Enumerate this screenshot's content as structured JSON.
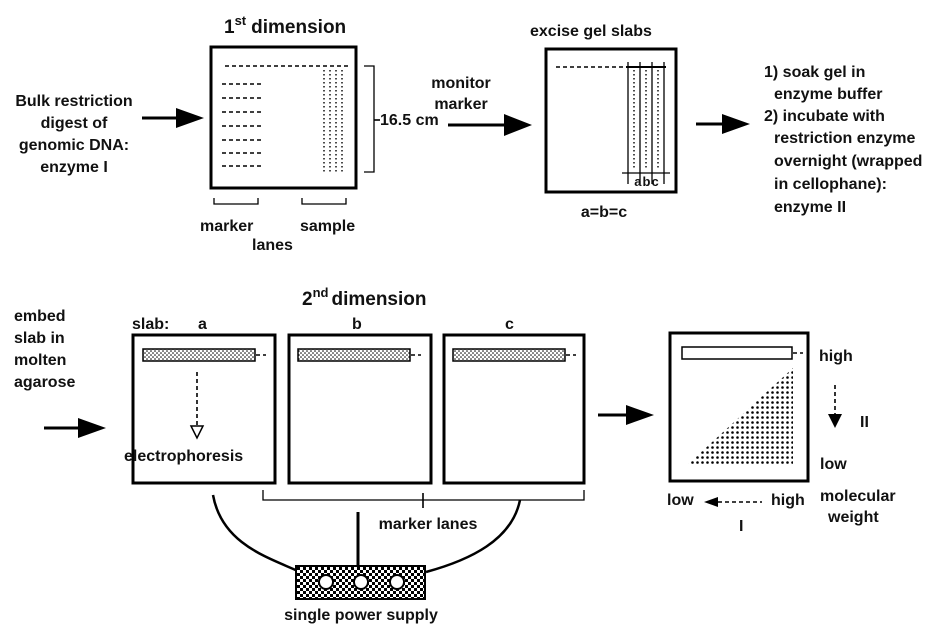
{
  "top": {
    "input_lines": [
      "Bulk restriction",
      "digest of",
      "genomic DNA:",
      "enzyme I"
    ],
    "first_dimension": {
      "ordinal": "1",
      "suffix": "st",
      "word": "dimension"
    },
    "length_label": "16.5 cm",
    "marker_lanes_lines": [
      "marker",
      "lanes"
    ],
    "sample_label": "sample",
    "monitor_lines": [
      "monitor",
      "marker"
    ],
    "excise_label": "excise gel slabs",
    "slab_letters": "abc",
    "equal_label": "a=b=c",
    "steps_lines": [
      "1) soak gel in",
      "enzyme buffer",
      "2) incubate with",
      "restriction enzyme",
      "overnight (wrapped",
      "in cellophane):",
      "enzyme II"
    ]
  },
  "bottom": {
    "second_dimension": {
      "ordinal": "2",
      "suffix": "nd",
      "word": "dimension"
    },
    "embed_lines": [
      "embed",
      "slab in",
      "molten",
      "agarose"
    ],
    "slab_prefix": "slab:",
    "slab_labels": [
      "a",
      "b",
      "c"
    ],
    "electrophoresis_label": "electrophoresis",
    "marker_lanes_label": "marker lanes",
    "power_label": "single power supply",
    "result": {
      "high_label": "high",
      "low_label": "low",
      "enzyme_II": "II",
      "axis_low": "low",
      "axis_high": "high",
      "enzyme_I": "I",
      "mw_lines": [
        "molecular",
        "weight"
      ]
    }
  }
}
